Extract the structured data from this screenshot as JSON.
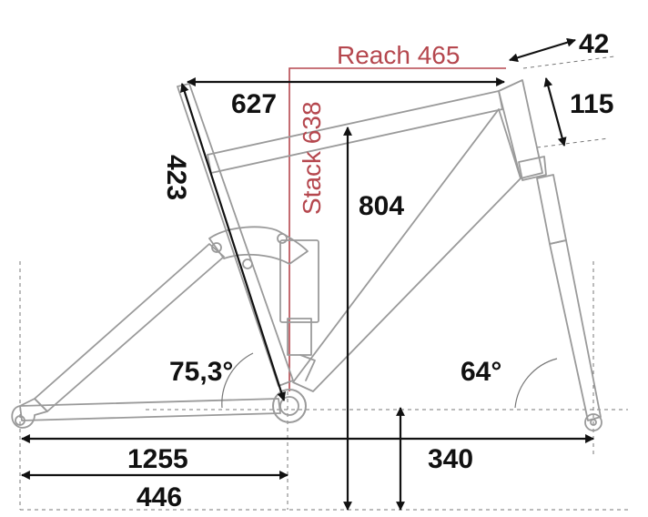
{
  "dimensions": {
    "reach": "Reach 465",
    "stack": "Stack 638",
    "top_tube": "627",
    "seat_tube": "423",
    "head_tube_offset": "42",
    "head_tube": "115",
    "total_height": "804",
    "seat_angle": "75,3°",
    "head_angle": "64°",
    "wheelbase": "1255",
    "chainstay": "446",
    "bb_drop": "340"
  },
  "colors": {
    "frame": "#9a9a9a",
    "dimension": "#111111",
    "reach_stack": "#b5474e",
    "guide": "#777777"
  }
}
